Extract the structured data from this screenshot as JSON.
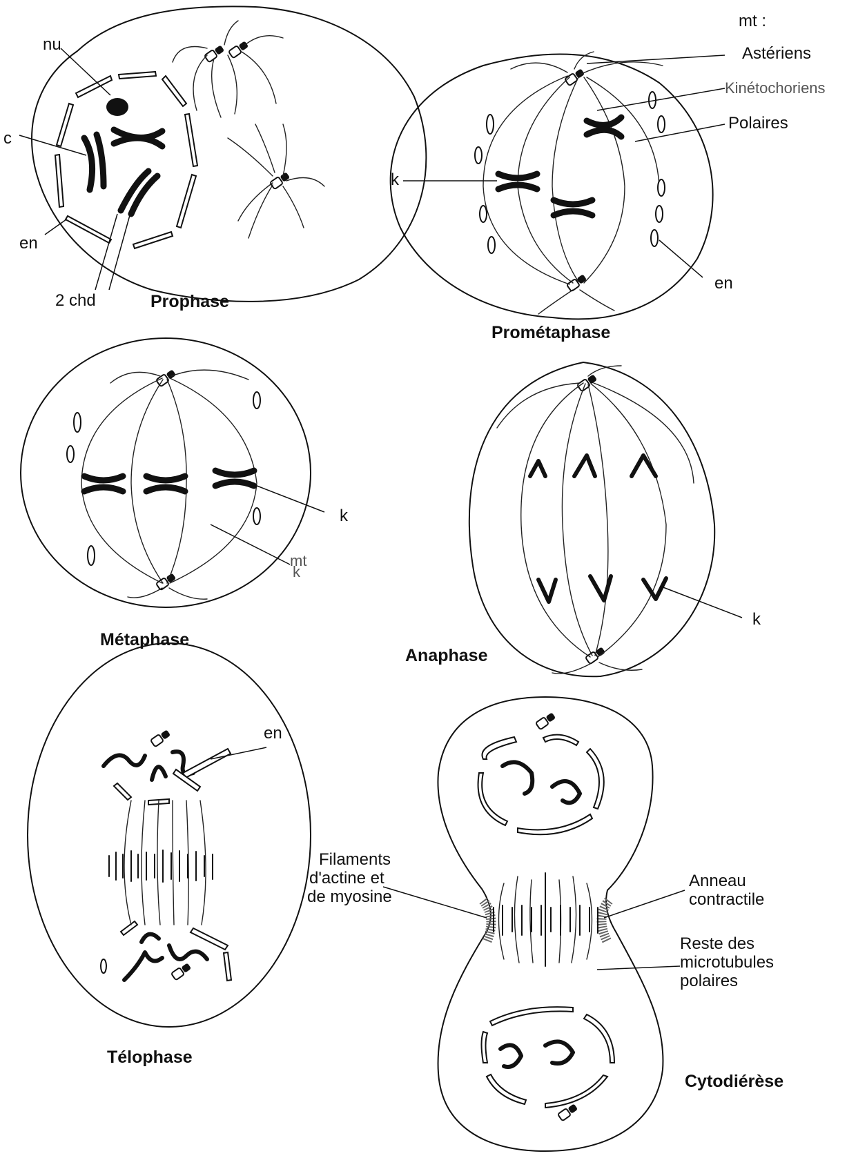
{
  "labels": {
    "nu": "nu",
    "c": "c",
    "en_prophase": "en",
    "chd": "2 chd",
    "prophase": "Prophase",
    "mt_header": "mt :",
    "asteriens": "Astériens",
    "kinetochoriens": "Kinétochoriens",
    "polaires": "Polaires",
    "k_prometaphase": "k",
    "en_prometaphase": "en",
    "prometaphase": "Prométaphase",
    "k_metaphase": "k",
    "mt_metaphase": "mt",
    "k_sub_metaphase": "k",
    "metaphase": "Métaphase",
    "k_anaphase": "k",
    "anaphase": "Anaphase",
    "en_telophase": "en",
    "telophase": "Télophase",
    "filaments_1": "Filaments",
    "filaments_2": "d'actine et",
    "filaments_3": "de myosine",
    "anneau_1": "Anneau",
    "anneau_2": "contractile",
    "reste_1": "Reste des",
    "reste_2": "microtubules",
    "reste_3": "polaires",
    "cytodierese": "Cytodiérèse"
  }
}
